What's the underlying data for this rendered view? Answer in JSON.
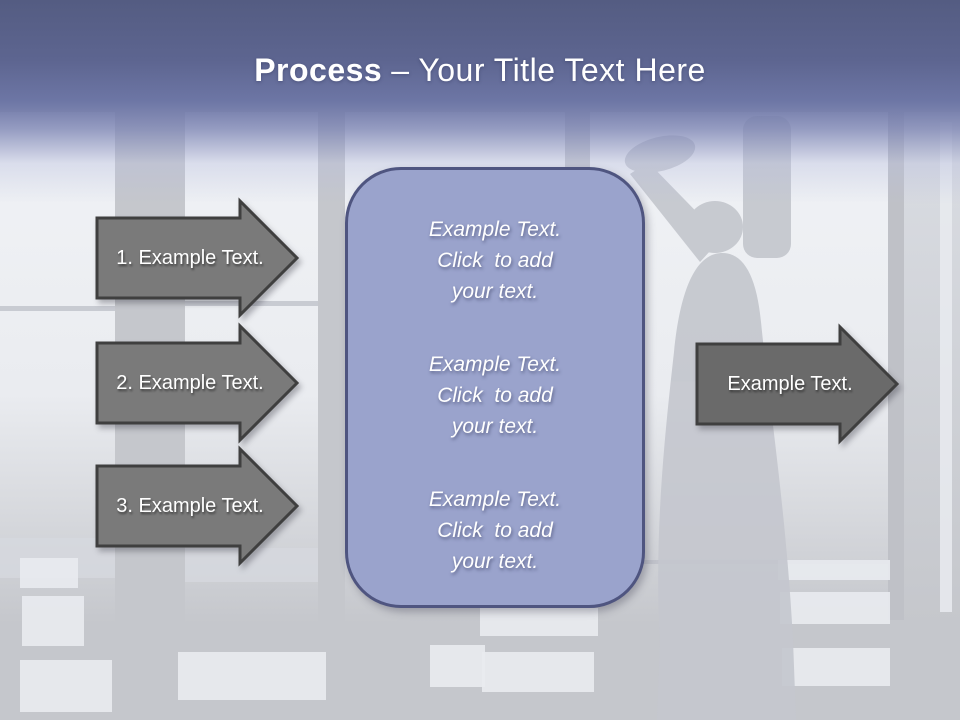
{
  "title": {
    "emphasis": "Process",
    "rest": "– Your Title Text Here"
  },
  "left_arrows": [
    {
      "label": "1. Example Text."
    },
    {
      "label": "2. Example Text."
    },
    {
      "label": "3. Example Text."
    }
  ],
  "center_panel": {
    "blocks": [
      {
        "lines": [
          "Example Text.",
          "Click  to add",
          "your text."
        ]
      },
      {
        "lines": [
          "Example Text.",
          "Click  to add",
          "your text."
        ]
      },
      {
        "lines": [
          "Example Text.",
          "Click  to add",
          "your text."
        ]
      }
    ]
  },
  "right_arrow": {
    "label": "Example Text."
  },
  "colors": {
    "header_top": "#545c82",
    "header_mid": "#6d76a5",
    "panel_fill": "#9aa3cc",
    "panel_border": "#4f5580",
    "arrow_fill": "#7a7a7a",
    "arrow_fill_right": "#6a6a6a",
    "arrow_border": "#3f3f3f",
    "label_text": "#ffffff",
    "photo_base": "#c5c7cc",
    "pane_light": "#f1f3f6"
  }
}
